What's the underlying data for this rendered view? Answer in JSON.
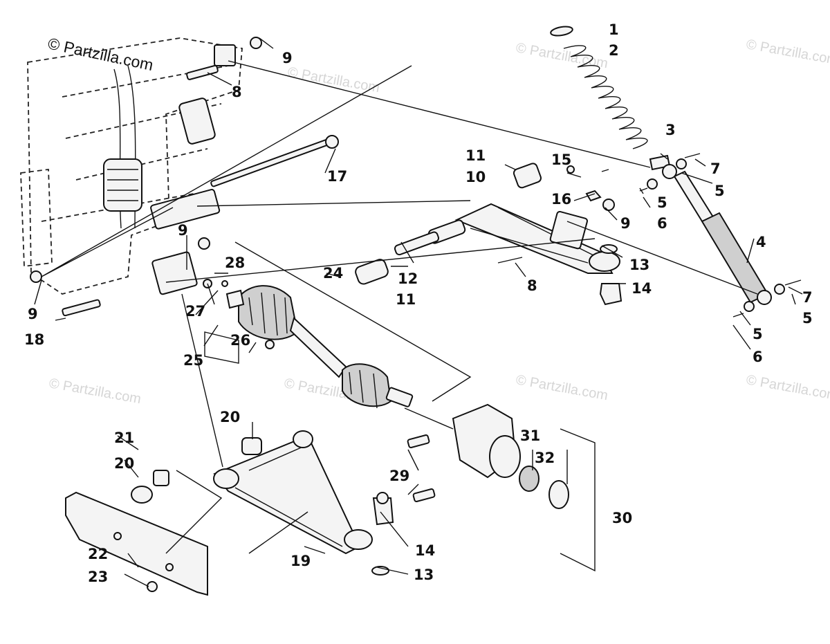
{
  "watermark": {
    "main": "© Partzilla.com",
    "faint": "© Partzilla.com"
  },
  "callouts": {
    "c1": "1",
    "c2": "2",
    "c3": "3",
    "c4": "4",
    "c5a": "5",
    "c5b": "5",
    "c5c": "5",
    "c5d": "5",
    "c6a": "6",
    "c6b": "6",
    "c7a": "7",
    "c7b": "7",
    "c8a": "8",
    "c8b": "8",
    "c9a": "9",
    "c9b": "9",
    "c9c": "9",
    "c9d": "9",
    "c10": "10",
    "c11a": "11",
    "c11b": "11",
    "c12": "12",
    "c13a": "13",
    "c13b": "13",
    "c14a": "14",
    "c14b": "14",
    "c15": "15",
    "c16": "16",
    "c17": "17",
    "c18": "18",
    "c19": "19",
    "c20a": "20",
    "c20b": "20",
    "c21": "21",
    "c22": "22",
    "c23": "23",
    "c24": "24",
    "c25": "25",
    "c26": "26",
    "c27": "27",
    "c28": "28",
    "c29": "29",
    "c30": "30",
    "c31": "31",
    "c32": "32"
  }
}
